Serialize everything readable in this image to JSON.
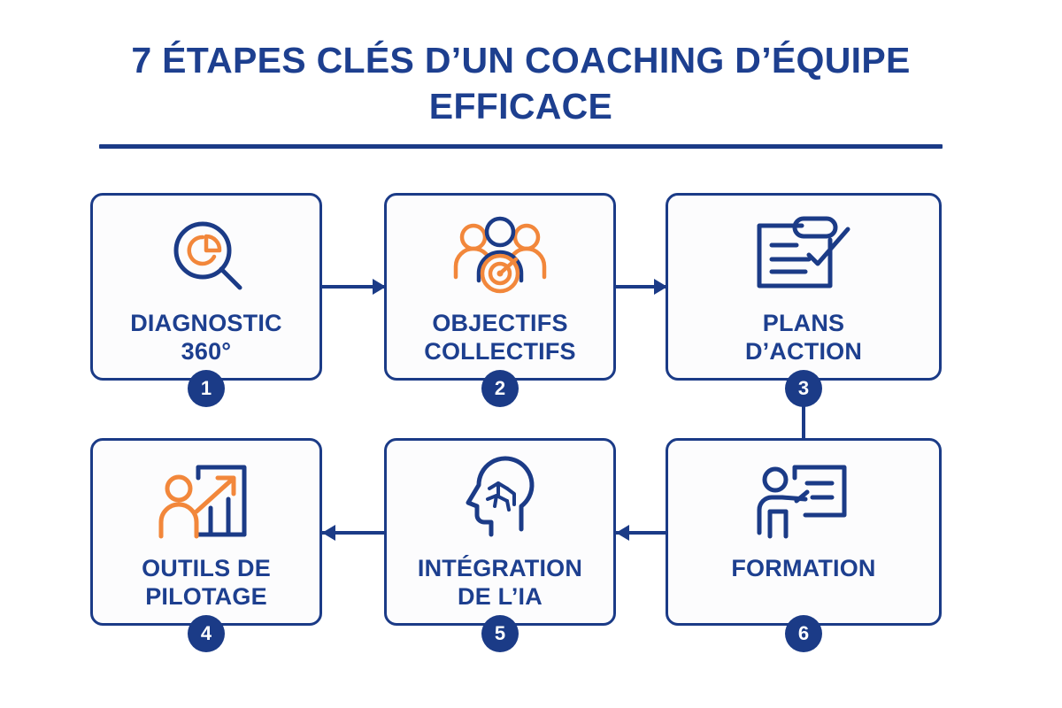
{
  "header": {
    "title": "7 ÉTAPES CLÉS D’UN COACHING D’ÉQUIPE\nEFFICACE"
  },
  "colors": {
    "brand_blue": "#1b3b87",
    "title_blue": "#1d3f8f",
    "accent_orange": "#f2873b",
    "card_fill": "#fcfcfd",
    "background": "#ffffff"
  },
  "steps": [
    {
      "number": "1",
      "label": "DIAGNOSTIC\n360°",
      "icon": "magnifier-pie-chart-icon"
    },
    {
      "number": "2",
      "label": "OBJECTIFS\nCOLLECTIFS",
      "icon": "team-target-icon"
    },
    {
      "number": "3",
      "label": "PLANS\nD’ACTION",
      "icon": "clipboard-checkmark-icon"
    },
    {
      "number": "4",
      "label": "OUTILS DE\nPILOTAGE",
      "icon": "person-growth-chart-icon"
    },
    {
      "number": "5",
      "label": "INTÉGRATION\nDE L’IA",
      "icon": "head-neural-network-icon"
    },
    {
      "number": "6",
      "label": "FORMATION",
      "icon": "presenter-board-icon"
    }
  ],
  "connectors": [
    {
      "name": "step-1-to-2",
      "direction": "right"
    },
    {
      "name": "step-2-to-3",
      "direction": "right"
    },
    {
      "name": "step-3-to-6",
      "direction": "down"
    },
    {
      "name": "step-6-to-5",
      "direction": "left"
    },
    {
      "name": "step-5-to-4",
      "direction": "left"
    }
  ]
}
